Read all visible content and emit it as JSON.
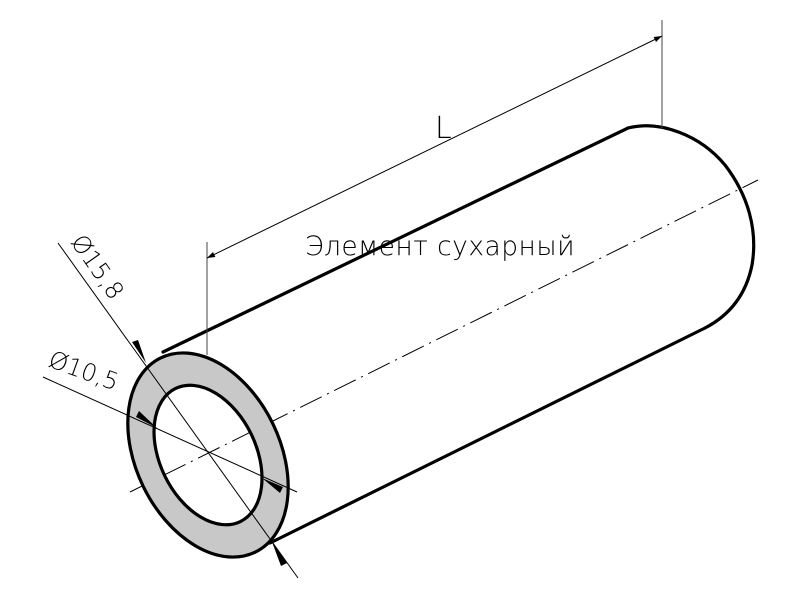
{
  "drawing": {
    "title": "Элемент сухарный",
    "length_label": "L",
    "outer_diameter_label": "Ø15,8",
    "inner_diameter_label": "Ø10,5"
  },
  "colors": {
    "line": "#000000",
    "section_fill": "#c8c8c8",
    "background": "#ffffff"
  }
}
